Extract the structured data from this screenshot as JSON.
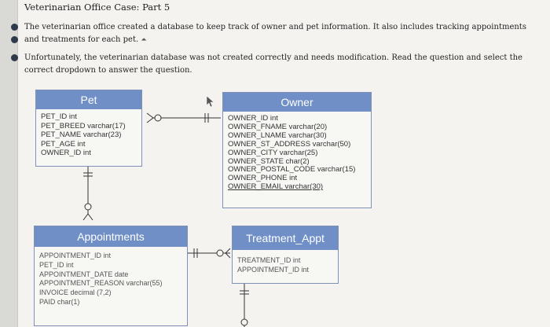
{
  "header": {
    "title": "Veterinarian Office Case: Part 5"
  },
  "paragraphs": {
    "p1_line1": "The veterinarian office created a database to keep track of owner and pet information. It also includes tracking appointments",
    "p1_line2": "and treatments for each pet.",
    "p2_line1": "Unfortunately, the veterinarian database was not created correctly and needs modification. Read the question and select the",
    "p2_line2": "correct dropdown to answer the question."
  },
  "diagram": {
    "pet": {
      "title": "Pet",
      "fields": [
        "PET_ID int",
        "PET_BREED varchar(17)",
        "PET_NAME varchar(23)",
        "PET_AGE int",
        "OWNER_ID int"
      ]
    },
    "owner": {
      "title": "Owner",
      "fields": [
        "OWNER_ID int",
        "OWNER_FNAME varchar(20)",
        "OWNER_LNAME varchar(30)",
        "OWNER_ST_ADDRESS varchar(50)",
        "OWNER_CITY varchar(25)",
        "OWNER_STATE char(2)",
        "OWNER_POSTAL_CODE varchar(15)",
        "OWNER_PHONE int",
        "OWNER_EMAIL varchar(30)"
      ]
    },
    "appointments": {
      "title": "Appointments",
      "fields": [
        "APPOINTMENT_ID int",
        "PET_ID int",
        "APPOINTMENT_DATE date",
        "APPOINTMENT_REASON varchar(55)",
        "INVOICE decimal (7,2)",
        "PAID char(1)"
      ]
    },
    "treatment": {
      "title": "Treatment_Appt",
      "fields": [
        "TREATMENT_ID int",
        "APPOINTMENT_ID int"
      ]
    }
  },
  "colors": {
    "header_blue": "#6f8fc6",
    "bullet": "#2f3a4a"
  }
}
